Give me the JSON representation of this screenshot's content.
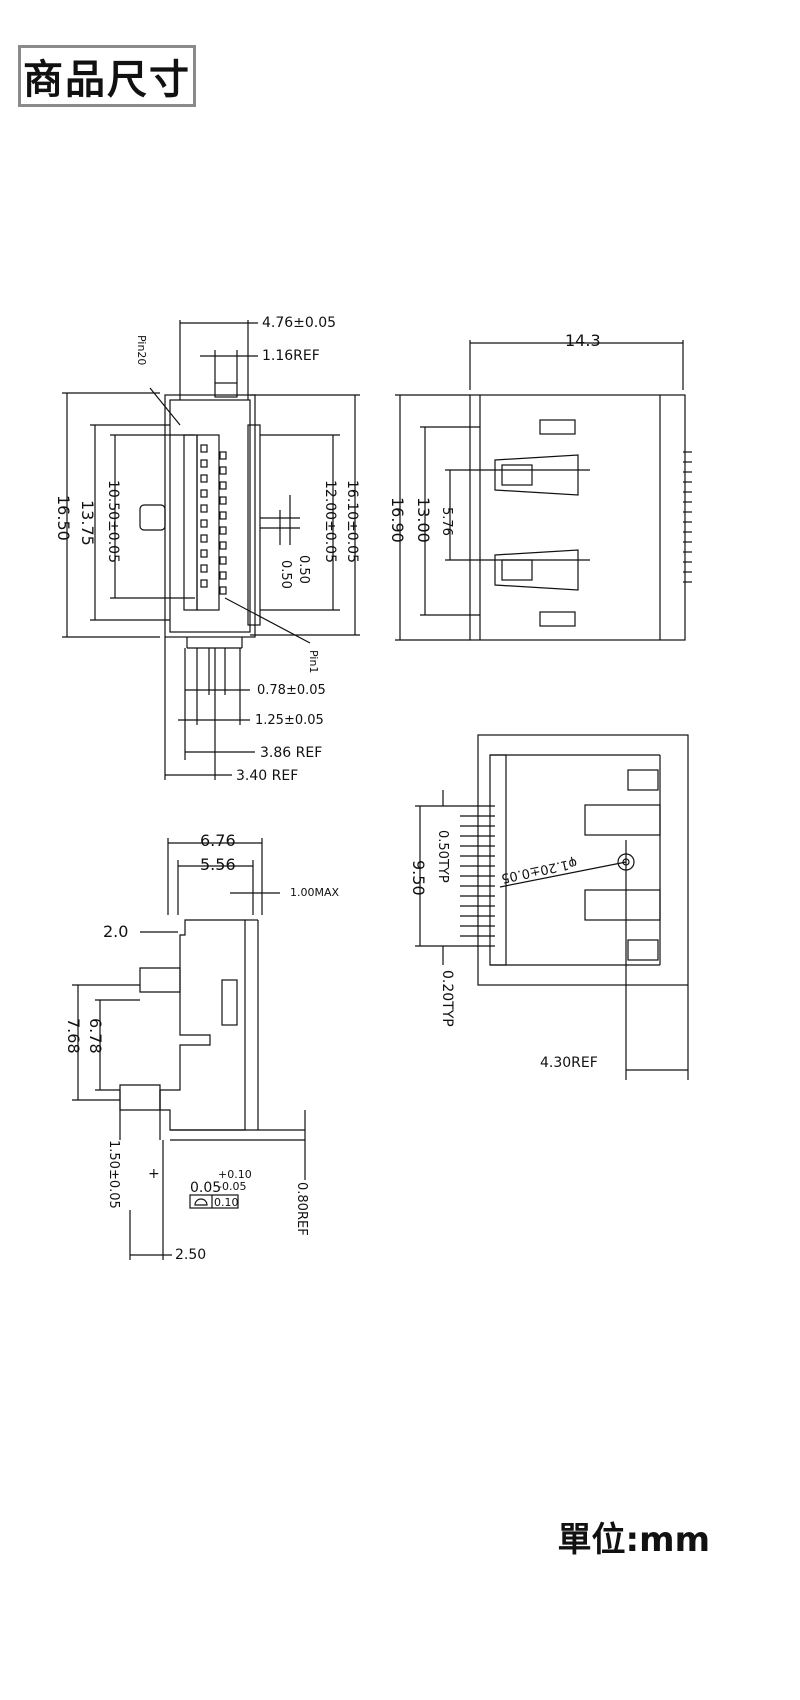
{
  "header": {
    "title": "商品尺寸"
  },
  "footer": {
    "unit": "單位:mm"
  },
  "views": {
    "front": {
      "dims": {
        "width_top": "4.76±0.05",
        "ref_top": "1.16REF",
        "overall_h": "16.50",
        "body_h": "13.75",
        "pin_span": "10.50±0.05",
        "inner_h": "12.00±0.05",
        "outer_h": "16.10±0.05",
        "pitch_a": "0.50",
        "pitch_b": "0.50",
        "pin_w": "0.78±0.05",
        "pin_pitch": "1.25±0.05",
        "foot_ref": "3.86 REF",
        "base_ref": "3.40 REF"
      },
      "labels": {
        "pin20": "Pin20",
        "pin1": "Pin1"
      }
    },
    "top": {
      "dims": {
        "width": "14.3",
        "height": "16.90",
        "inner": "13.00",
        "slot": "5.76"
      }
    },
    "side": {
      "dims": {
        "w1": "6.76",
        "w2": "5.56",
        "max": "1.00MAX",
        "lip": "2.0",
        "h1": "6.78",
        "h2": "7.68",
        "peg": "1.50±0.05",
        "ref": "0.80REF",
        "tol": "0.05",
        "tol_plus": "+0.10",
        "tol_minus": "-0.05",
        "flat": "0.10",
        "offset": "2.50",
        "plus": "+"
      }
    },
    "bottom": {
      "dims": {
        "pitch": "0.50TYP",
        "span": "9.50",
        "pin": "0.20TYP",
        "hole": "φ1.20±0.05",
        "ref": "4.30REF"
      }
    }
  }
}
